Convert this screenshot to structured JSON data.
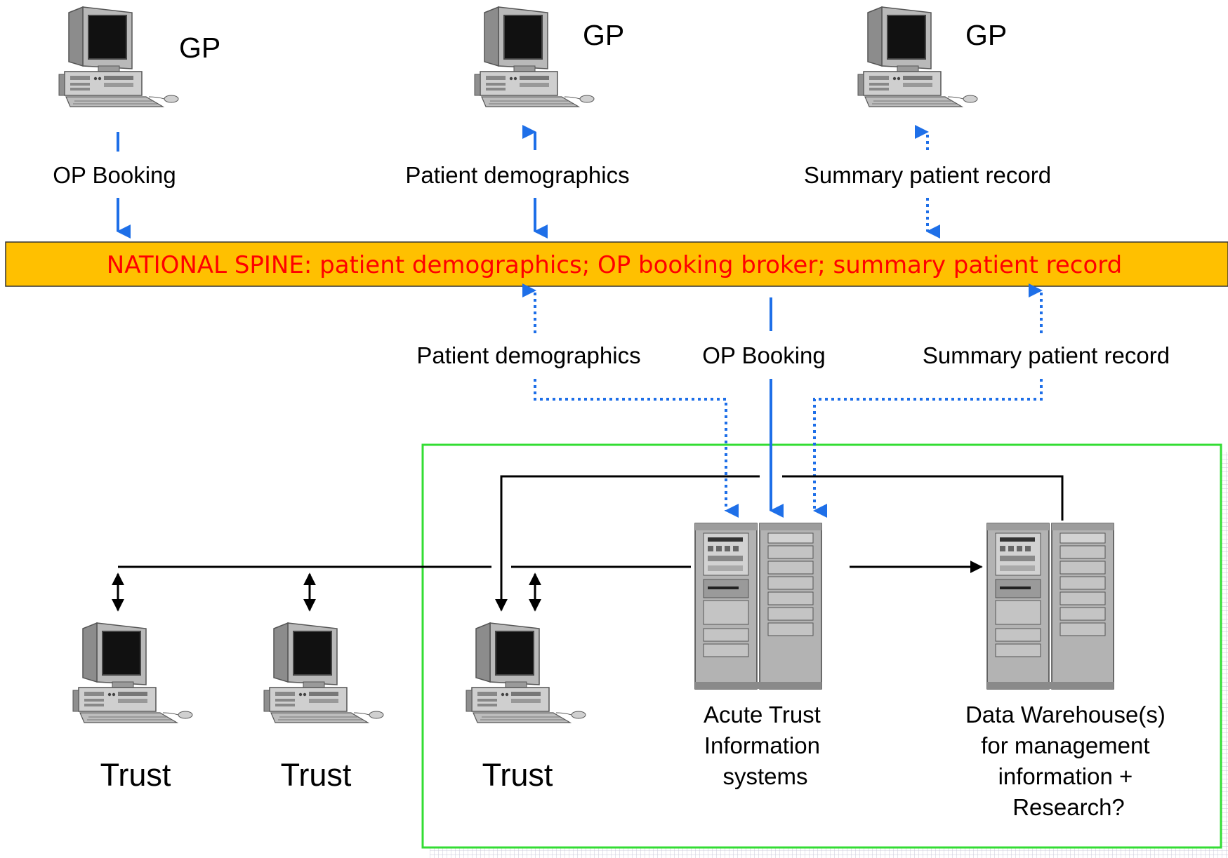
{
  "gp_top": [
    {
      "label": "GP",
      "flow_label": "OP Booking"
    },
    {
      "label": "GP",
      "flow_label": "Patient demographics"
    },
    {
      "label": "GP",
      "flow_label": "Summary patient record"
    }
  ],
  "spine": {
    "text": "NATIONAL SPINE: patient demographics; OP booking broker; summary patient record",
    "fill_color": "#FFC000",
    "text_color": "#FF0000"
  },
  "trust_flows": [
    "Patient demographics",
    "OP Booking",
    "Summary patient record"
  ],
  "trust_terminals": [
    {
      "label": "Trust"
    },
    {
      "label": "Trust"
    },
    {
      "label": "Trust"
    }
  ],
  "servers": [
    {
      "label_lines": [
        "Acute Trust",
        "Information",
        "systems"
      ]
    },
    {
      "label_lines": [
        "Data Warehouse(s)",
        "for management",
        "information +",
        "Research?"
      ]
    }
  ],
  "colors": {
    "arrow_blue": "#1E6FE8",
    "trust_boundary": "#33DD33",
    "line": "#000000"
  },
  "icons": {
    "workstation": "desktop-computer-icon",
    "server": "server-rack-icon"
  }
}
